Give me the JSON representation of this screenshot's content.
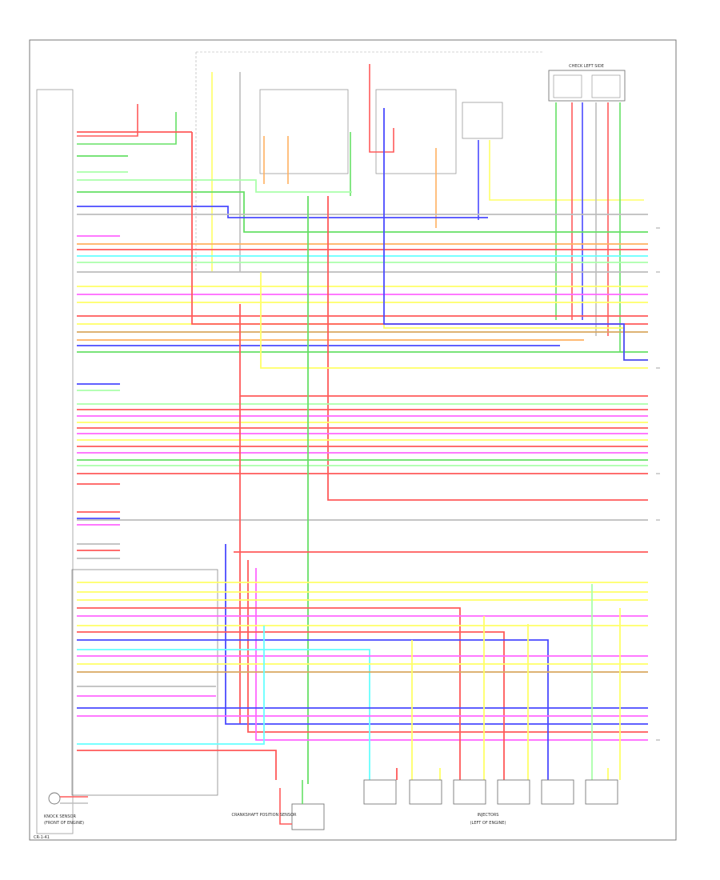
{
  "diagram": {
    "connector_top_right": "CHECK LEFT SIDE",
    "injectors_caption": "INJECTORS",
    "injectors_sub": "(LEFT OF ENGINE)",
    "switch_caption": "CRANKSHAFT POSITION SENSOR",
    "corner_code": "CR-1-41",
    "bottom_left_label": "KNOCK SENSOR",
    "bottom_left_sub": "(FRONT OF ENGINE)"
  },
  "colors": {
    "red": "#ff5a5a",
    "green": "#66e066",
    "yellow": "#ffff66",
    "blue": "#4a4aff",
    "orange": "#ffb060",
    "pink": "#ff66ff",
    "light_green": "#aaffaa",
    "cyan": "#66ffff",
    "gray": "#bdbdbd",
    "tan": "#d9a860",
    "frame": "#555555"
  }
}
